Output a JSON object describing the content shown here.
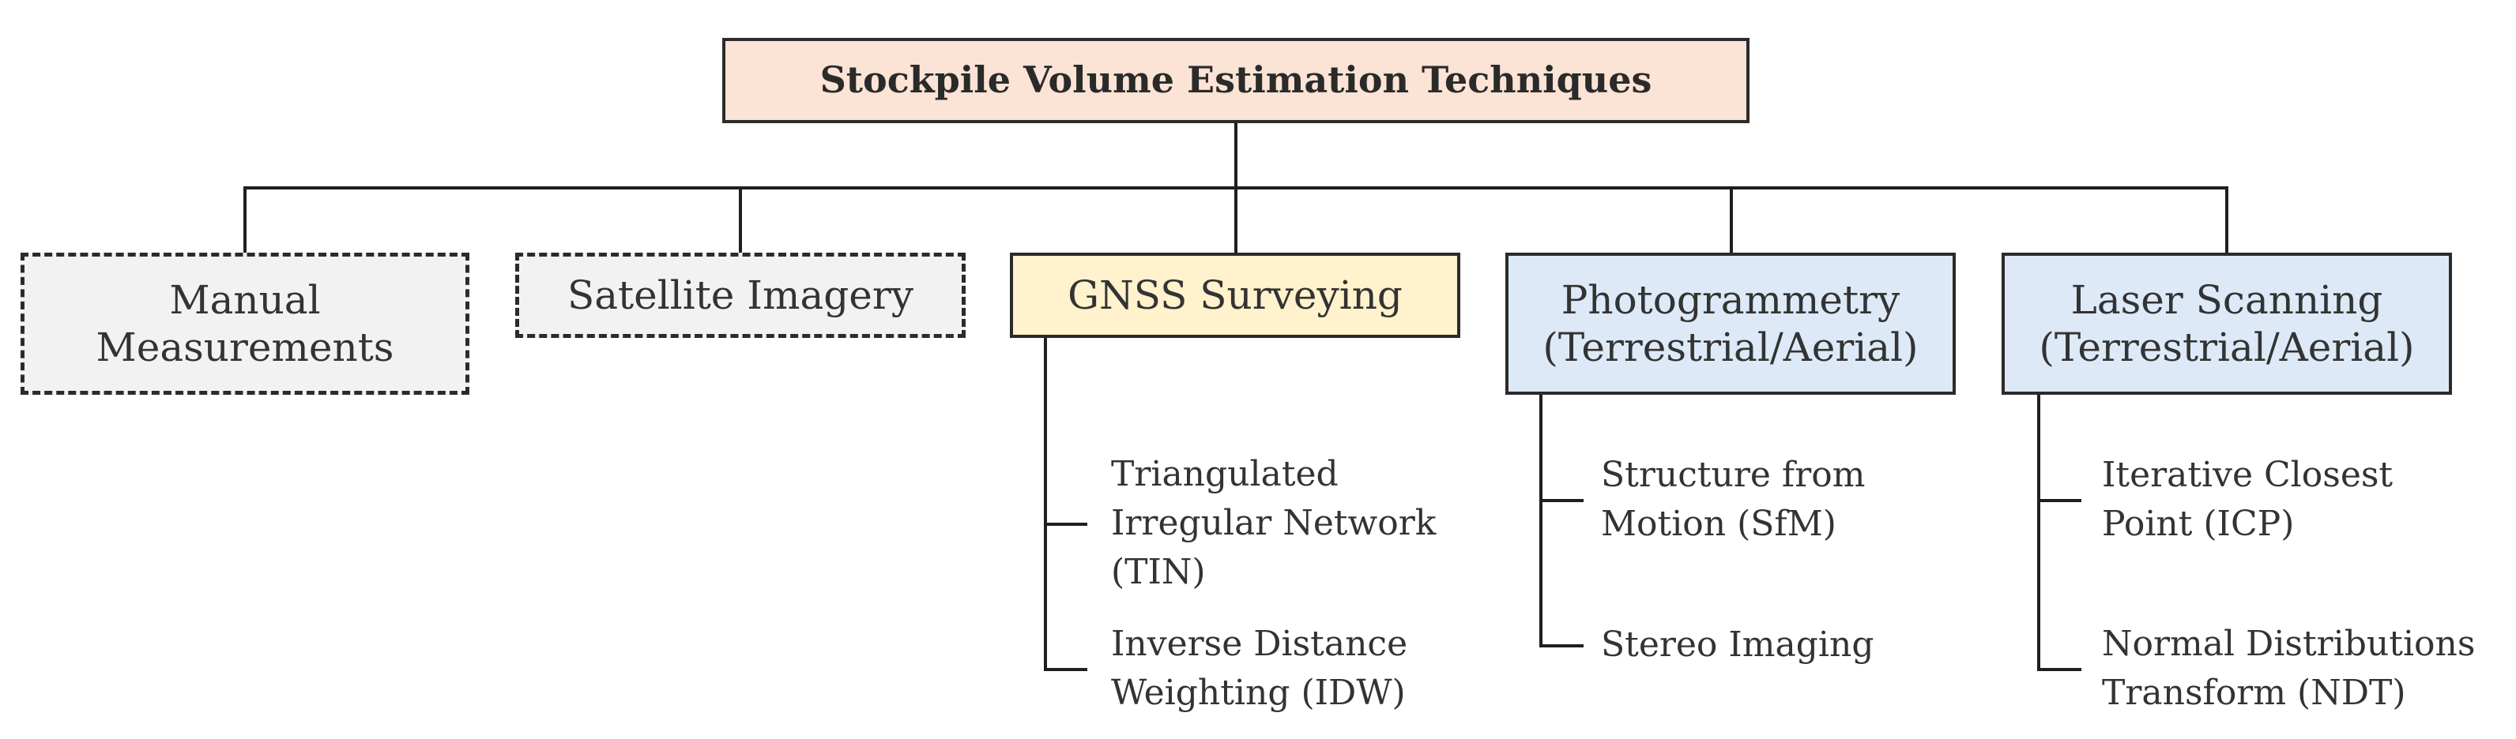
{
  "title": "Stockpile Volume Estimation Techniques",
  "colors": {
    "root_fill": "#fbe3d5",
    "gray_fill": "#f2f2f2",
    "yellow_fill": "#fff2cc",
    "blue_fill": "#dde9f6",
    "line": "#1f1f1f"
  },
  "categories": [
    {
      "line1": "Manual",
      "line2": "Measurements",
      "style": "dashed"
    },
    {
      "line1": "Satellite Imagery",
      "line2": "",
      "style": "dashed"
    },
    {
      "line1": "GNSS Surveying",
      "line2": "",
      "style": "solid"
    },
    {
      "line1": "Photogrammetry",
      "line2": "(Terrestrial/Aerial)",
      "style": "solid"
    },
    {
      "line1": "Laser Scanning",
      "line2": "(Terrestrial/Aerial)",
      "style": "solid"
    }
  ],
  "subtechniques": {
    "gnss": [
      {
        "lines": [
          "Triangulated",
          "Irregular Network",
          "(TIN)"
        ]
      },
      {
        "lines": [
          "Inverse Distance",
          "Weighting (IDW)"
        ]
      }
    ],
    "photogrammetry": [
      {
        "lines": [
          "Structure from",
          "Motion (SfM)"
        ]
      },
      {
        "lines": [
          "Stereo Imaging"
        ]
      }
    ],
    "laser": [
      {
        "lines": [
          "Iterative Closest",
          "Point (ICP)"
        ]
      },
      {
        "lines": [
          "Normal Distributions",
          "Transform (NDT)"
        ]
      }
    ]
  }
}
